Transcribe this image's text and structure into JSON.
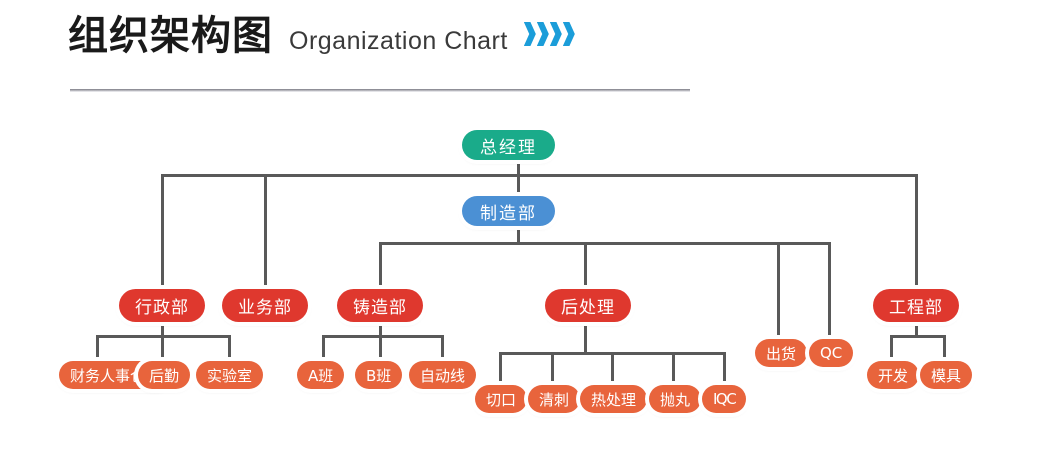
{
  "header": {
    "title_cn": "组织架构图",
    "title_en": "Organization Chart",
    "chevron_count": 4,
    "chevron_color": "#1b9dd9",
    "divider_color": "#8f8f97"
  },
  "palette": {
    "root": "#1aab8a",
    "level2": "#4b90d4",
    "level3": "#df382e",
    "level4": "#e8643c",
    "connector": "#595959",
    "text": "#ffffff"
  },
  "chart_data": {
    "type": "org-chart",
    "title": "组织架构图 Organization Chart",
    "orientation": "top-down",
    "nodes": [
      {
        "id": "gm",
        "label": "总经理",
        "level": 1,
        "color": "#1aab8a",
        "parent": null
      },
      {
        "id": "mfg",
        "label": "制造部",
        "level": 2,
        "color": "#4b90d4",
        "parent": "gm"
      },
      {
        "id": "admin",
        "label": "行政部",
        "level": 3,
        "color": "#df382e",
        "parent": "gm"
      },
      {
        "id": "sales",
        "label": "业务部",
        "level": 3,
        "color": "#df382e",
        "parent": "gm"
      },
      {
        "id": "eng",
        "label": "工程部",
        "level": 3,
        "color": "#df382e",
        "parent": "gm"
      },
      {
        "id": "cast",
        "label": "铸造部",
        "level": 3,
        "color": "#df382e",
        "parent": "mfg"
      },
      {
        "id": "post",
        "label": "后处理",
        "level": 3,
        "color": "#df382e",
        "parent": "mfg"
      },
      {
        "id": "ship",
        "label": "出货",
        "level": 4,
        "color": "#e8643c",
        "parent": "mfg"
      },
      {
        "id": "qc",
        "label": "QC",
        "level": 4,
        "color": "#e8643c",
        "parent": "mfg"
      },
      {
        "id": "fin",
        "label": "财务人事仓库",
        "level": 4,
        "color": "#e8643c",
        "parent": "admin"
      },
      {
        "id": "log",
        "label": "后勤",
        "level": 4,
        "color": "#e8643c",
        "parent": "admin"
      },
      {
        "id": "lab",
        "label": "实验室",
        "level": 4,
        "color": "#e8643c",
        "parent": "admin"
      },
      {
        "id": "shifta",
        "label": "A班",
        "level": 4,
        "color": "#e8643c",
        "parent": "cast"
      },
      {
        "id": "shiftb",
        "label": "B班",
        "level": 4,
        "color": "#e8643c",
        "parent": "cast"
      },
      {
        "id": "auto",
        "label": "自动线",
        "level": 4,
        "color": "#e8643c",
        "parent": "cast"
      },
      {
        "id": "cut",
        "label": "切口",
        "level": 4,
        "color": "#e8643c",
        "parent": "post"
      },
      {
        "id": "deburr",
        "label": "清刺",
        "level": 4,
        "color": "#e8643c",
        "parent": "post"
      },
      {
        "id": "heat",
        "label": "热处理",
        "level": 4,
        "color": "#e8643c",
        "parent": "post"
      },
      {
        "id": "shot",
        "label": "抛丸",
        "level": 4,
        "color": "#e8643c",
        "parent": "post"
      },
      {
        "id": "iqc",
        "label": "IQC",
        "level": 4,
        "color": "#e8643c",
        "parent": "post"
      },
      {
        "id": "dev",
        "label": "开发",
        "level": 4,
        "color": "#e8643c",
        "parent": "eng"
      },
      {
        "id": "mold",
        "label": "模具",
        "level": 4,
        "color": "#e8643c",
        "parent": "eng"
      }
    ]
  },
  "nodes": {
    "gm": "总经理",
    "mfg": "制造部",
    "admin": "行政部",
    "sales": "业务部",
    "eng": "工程部",
    "cast": "铸造部",
    "post": "后处理",
    "ship": "出货",
    "qc": "QC",
    "fin": "财务人事仓库",
    "log": "后勤",
    "lab": "实验室",
    "shifta": "A班",
    "shiftb": "B班",
    "auto": "自动线",
    "cut": "切口",
    "deburr": "清刺",
    "heat": "热处理",
    "shot": "抛丸",
    "iqc": "IQC",
    "dev": "开发",
    "mold": "模具"
  }
}
